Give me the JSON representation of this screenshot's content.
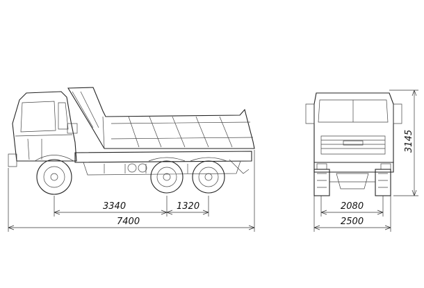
{
  "side_view": {
    "dims": {
      "wheelbase_front": "3340",
      "wheelbase_rear": "1320",
      "overall_length": "7400"
    }
  },
  "front_view": {
    "dims": {
      "height": "3145",
      "track": "2080",
      "overall_width": "2500"
    }
  }
}
